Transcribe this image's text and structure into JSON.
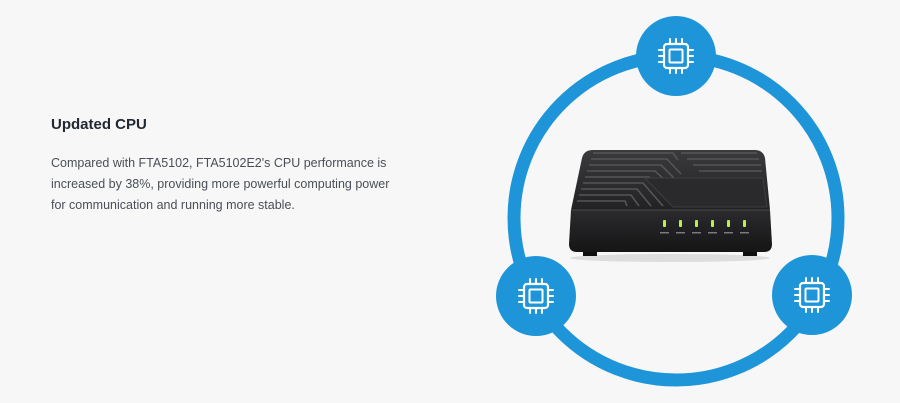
{
  "feature": {
    "title": "Updated CPU",
    "description": "Compared with FTA5102, FTA5102E2's CPU performance is increased by 38%, providing more powerful computing power for communication and running more stable."
  },
  "illustration": {
    "accent_color": "#1e95d8",
    "icons": [
      "cpu-chip-icon",
      "cpu-chip-icon",
      "cpu-chip-icon"
    ],
    "device_led_color": "#b7f24a",
    "device_led_count": 6
  }
}
